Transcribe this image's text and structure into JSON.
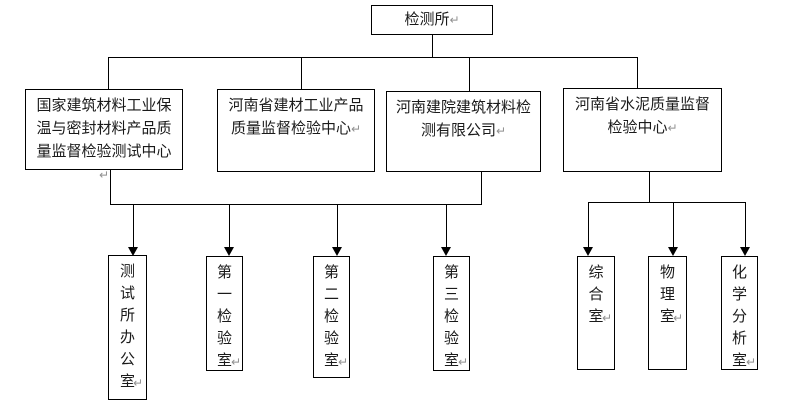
{
  "diagram": {
    "type": "org-chart",
    "root": {
      "label": "检测所"
    },
    "branches": [
      {
        "id": "branch-1",
        "label": "国家建筑材料工业保温与密封材料产品质量监督检验测试中心"
      },
      {
        "id": "branch-2",
        "label": "河南省建材工业产品质量监督检验中心"
      },
      {
        "id": "branch-3",
        "label": "河南建院建筑材料检测有限公司"
      },
      {
        "id": "branch-4",
        "label": "河南省水泥质量监督检验中心"
      }
    ],
    "offices": [
      {
        "id": "office-1",
        "label": "测试所办公室",
        "group": "left"
      },
      {
        "id": "office-2",
        "label": "第一检验室",
        "group": "left"
      },
      {
        "id": "office-3",
        "label": "第二检验室",
        "group": "left"
      },
      {
        "id": "office-4",
        "label": "第三检验室",
        "group": "left"
      },
      {
        "id": "office-5",
        "label": "综合室",
        "group": "right"
      },
      {
        "id": "office-6",
        "label": "物理室",
        "group": "right"
      },
      {
        "id": "office-7",
        "label": "化学分析室",
        "group": "right"
      }
    ],
    "connections": [
      {
        "from": "root",
        "to": [
          "branch-1",
          "branch-2",
          "branch-3",
          "branch-4"
        ]
      },
      {
        "from": "branch-1 + branch-3",
        "to": [
          "office-1",
          "office-2",
          "office-3",
          "office-4"
        ]
      },
      {
        "from": "branch-4",
        "to": [
          "office-5",
          "office-6",
          "office-7"
        ]
      }
    ],
    "paragraph_mark": "↵",
    "colors": {
      "line": "#000000",
      "text": "#1a1a1a",
      "mark": "#909090",
      "background": "#ffffff"
    }
  }
}
